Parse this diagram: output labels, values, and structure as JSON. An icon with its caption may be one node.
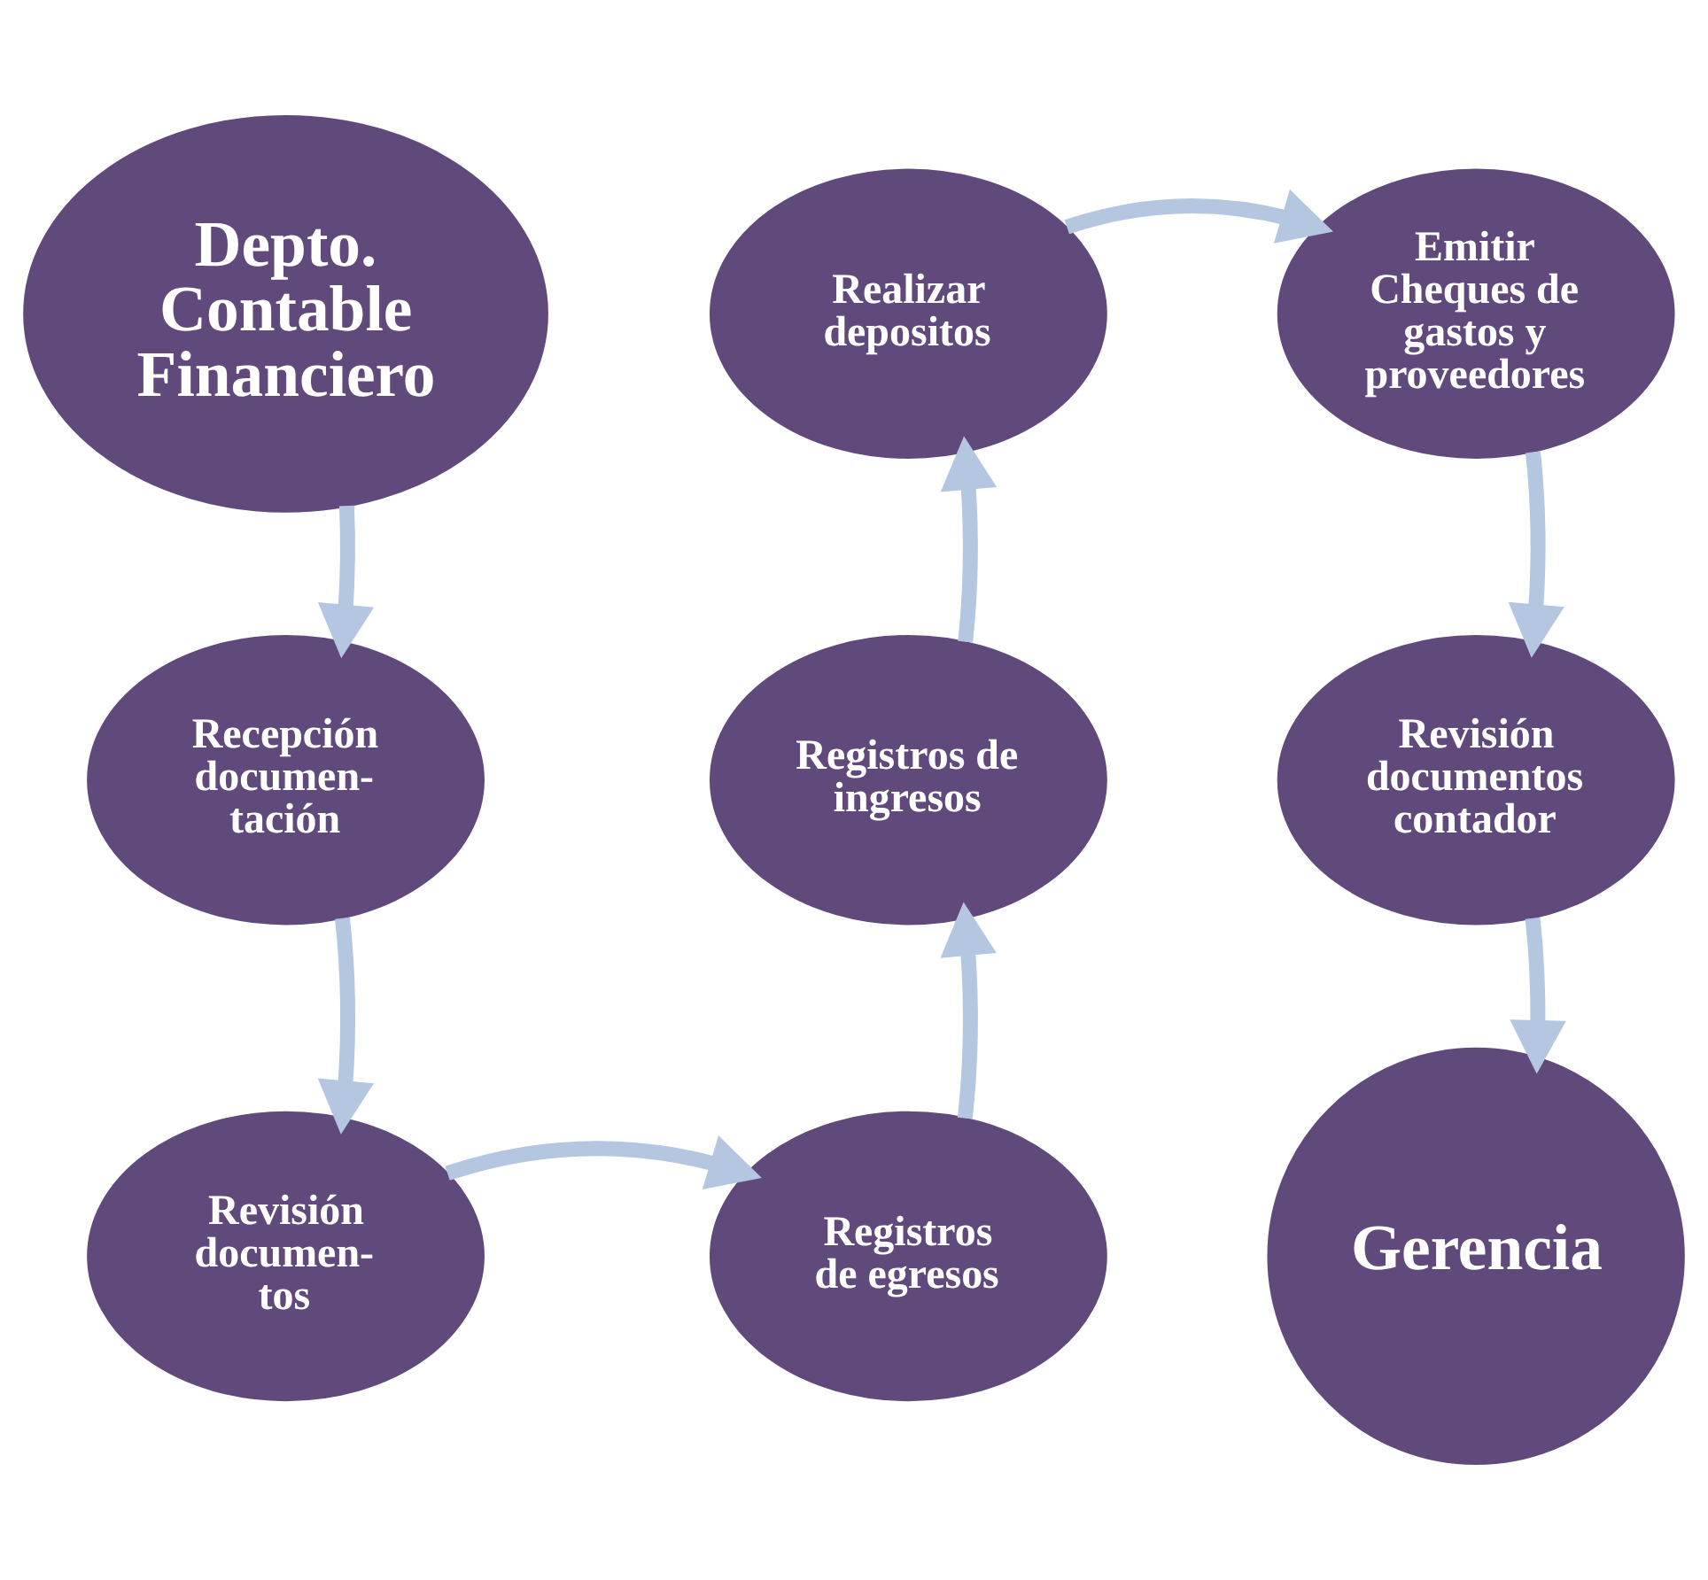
{
  "diagram": {
    "nodes": [
      {
        "text": [
          "Depto. Contable Financiero"
        ]
      },
      {
        "text": [
          "Recepción documen- tación"
        ]
      },
      {
        "text": [
          "Revisión documen- tos"
        ]
      },
      {
        "text": [
          "Registros de egresos"
        ]
      },
      {
        "text": [
          "Registros de ingresos"
        ]
      },
      {
        "text": [
          "Realizar depositos"
        ]
      },
      {
        "text": [
          "Emitir Cheques de gastos y proveedores"
        ]
      },
      {
        "text": [
          "Revisión documentos contador"
        ]
      },
      {
        "text": [
          "Gerencia"
        ]
      }
    ],
    "edges": [
      {
        "from": 0,
        "to": 1,
        "arrow": "to"
      },
      {
        "from": 1,
        "to": 2,
        "arrow": "to"
      },
      {
        "from": 2,
        "to": 3,
        "arrow": "to"
      },
      {
        "from": 3,
        "to": 4,
        "arrow": "to"
      },
      {
        "from": 4,
        "to": 5,
        "arrow": "to"
      },
      {
        "from": 5,
        "to": 6,
        "arrow": "to"
      },
      {
        "from": 6,
        "to": 7,
        "arrow": "to"
      },
      {
        "from": 7,
        "to": 8,
        "arrow": "to"
      }
    ]
  }
}
